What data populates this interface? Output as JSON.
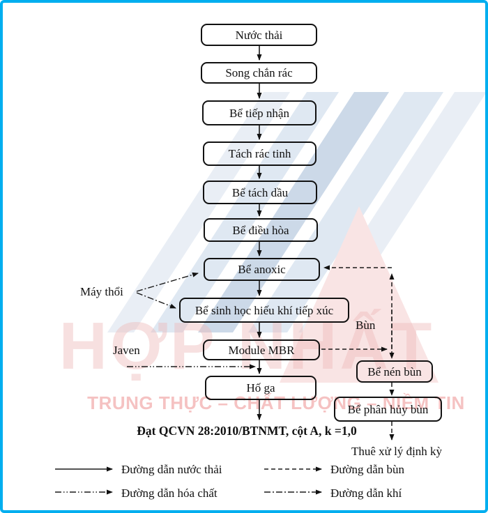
{
  "frame": {
    "border_color": "#00aeef",
    "background": "#ffffff"
  },
  "flow_boxes": [
    {
      "label": "Nước thải"
    },
    {
      "label": "Song chắn rác"
    },
    {
      "label": "Bể tiếp nhận"
    },
    {
      "label": "Tách rác tinh"
    },
    {
      "label": "Bể tách dầu"
    },
    {
      "label": "Bể điều hòa"
    },
    {
      "label": "Bể anoxic"
    },
    {
      "label": "Bể sinh học hiếu khí tiếp xúc"
    },
    {
      "label": "Module MBR"
    },
    {
      "label": "Hố ga"
    }
  ],
  "side_boxes": [
    {
      "label": "Bể nén bùn"
    },
    {
      "label": "Bể phân hủy bùn"
    }
  ],
  "annotations": {
    "blower": "Máy thổi",
    "chemical": "Javen",
    "sludge": "Bùn",
    "standard": "Đạt QCVN 28:2010/BTNMT, cột A, k =1,0",
    "disposal": "Thuê xử lý định kỳ"
  },
  "legend": [
    {
      "style": "solid",
      "label": "Đường dẫn nước thải"
    },
    {
      "style": "dashed",
      "label": "Đường dẫn bùn"
    },
    {
      "style": "dash-dot-dot",
      "label": "Đường dẫn hóa chất"
    },
    {
      "style": "dash-dot",
      "label": "Đường dẫn khí"
    }
  ],
  "watermark": {
    "title": "HỢP NHẤT",
    "slogan": "TRUNG THỰC – CHẤT LƯỢNG – NIỀM TIN",
    "colors": {
      "blue_band": "#dfe8f2",
      "pink": "#f2c9c9"
    }
  }
}
